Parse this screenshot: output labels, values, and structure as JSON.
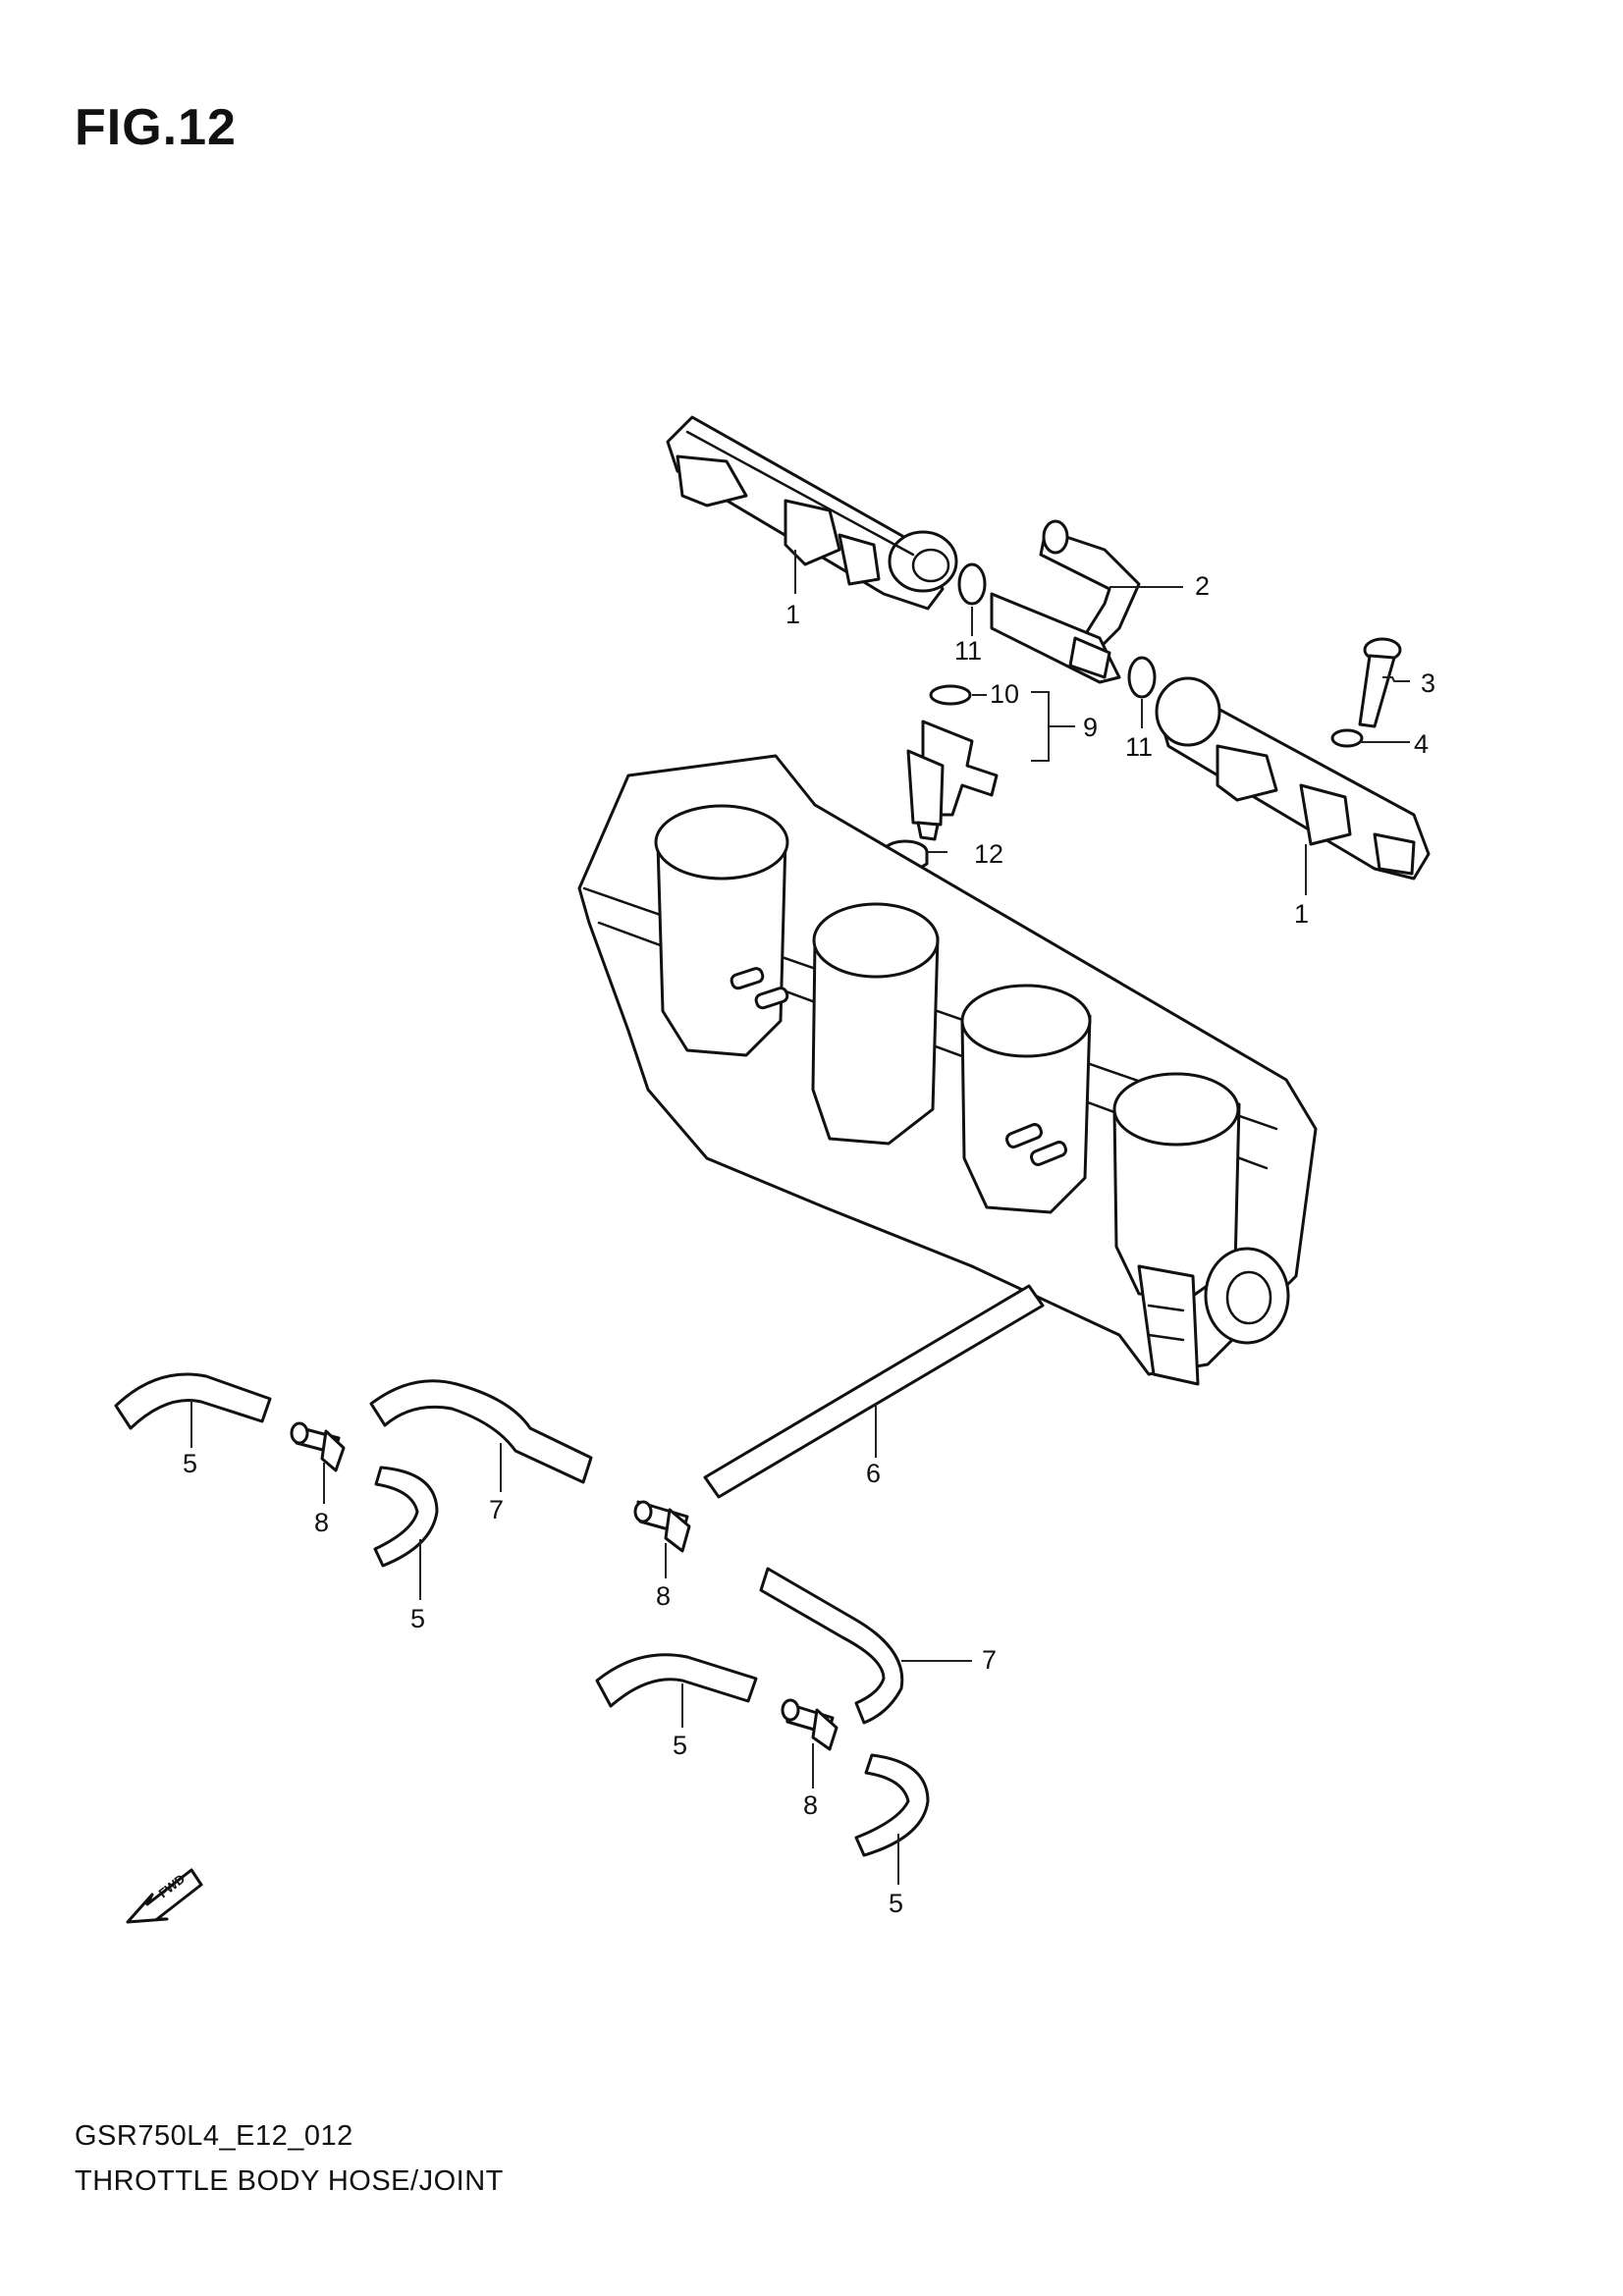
{
  "figure": {
    "title": "FIG.12"
  },
  "footer": {
    "code": "GSR750L4_E12_012",
    "title": "THROTTLE BODY HOSE/JOINT"
  },
  "fwd_arrow": {
    "label": "FWD"
  },
  "callouts": {
    "c1a": "1",
    "c1b": "1",
    "c2": "2",
    "c3": "3",
    "c4": "4",
    "c5a": "5",
    "c5b": "5",
    "c5c": "5",
    "c5d": "5",
    "c6": "6",
    "c7a": "7",
    "c7b": "7",
    "c8a": "8",
    "c8b": "8",
    "c8c": "8",
    "c9": "9",
    "c10": "10",
    "c11a": "11",
    "c11b": "11",
    "c12": "12"
  }
}
